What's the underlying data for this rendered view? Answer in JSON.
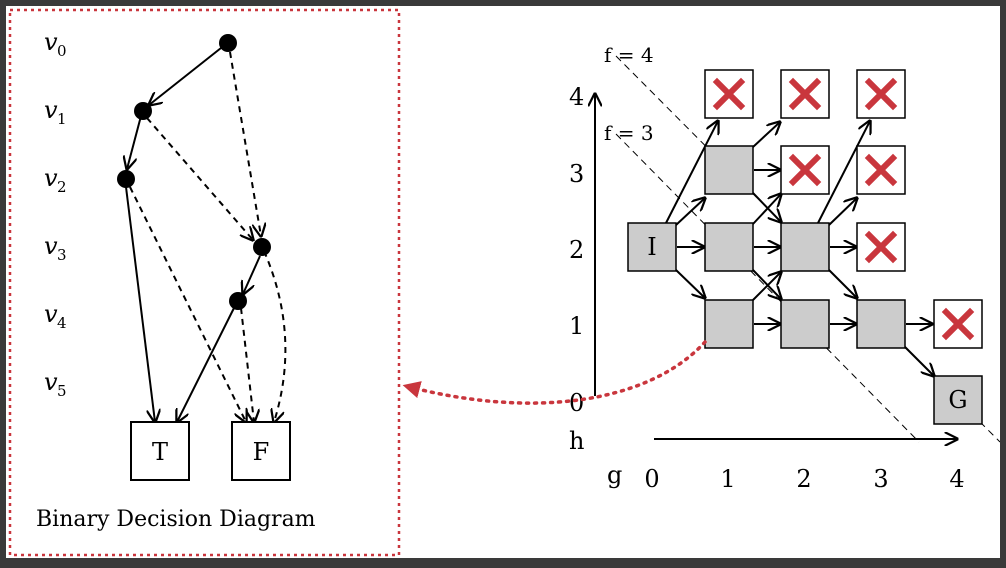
{
  "bdd": {
    "variables": [
      {
        "base": "v",
        "sub": "0"
      },
      {
        "base": "v",
        "sub": "1"
      },
      {
        "base": "v",
        "sub": "2"
      },
      {
        "base": "v",
        "sub": "3"
      },
      {
        "base": "v",
        "sub": "4"
      },
      {
        "base": "v",
        "sub": "5"
      }
    ],
    "terminal_true": "T",
    "terminal_false": "F",
    "caption": "Binary Decision Diagram"
  },
  "grid": {
    "h_axis_label": "h",
    "g_axis_label": "g",
    "h_ticks": [
      "0",
      "1",
      "2",
      "3",
      "4"
    ],
    "g_ticks": [
      "0",
      "1",
      "2",
      "3",
      "4"
    ],
    "f_line_4": "f = 4",
    "f_line_3": "f = 3",
    "initial_label": "I",
    "goal_label": "G",
    "colors": {
      "pruned_x": "#c9363d",
      "node_fill": "#cccccc",
      "connector": "#c9363d"
    }
  }
}
